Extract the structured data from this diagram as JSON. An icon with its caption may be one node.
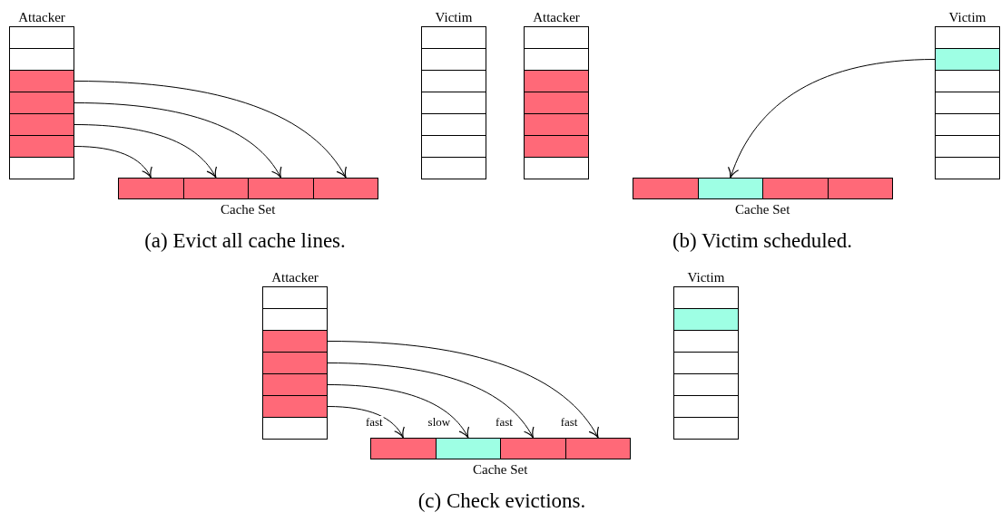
{
  "diagram": {
    "nodes": [
      {
        "text": [
          "Attacker"
        ]
      },
      {
        "text": [],
        "shape": "box",
        "in": 0
      },
      {
        "text": [],
        "shape": "box",
        "in": 0
      },
      {
        "text": [],
        "shape": "box",
        "in": 0
      },
      {
        "text": [],
        "shape": "box",
        "in": 0
      },
      {
        "text": [],
        "shape": "box",
        "in": 0
      },
      {
        "text": [],
        "shape": "box",
        "in": 0
      },
      {
        "text": [],
        "shape": "box",
        "in": 0
      },
      {
        "text": [
          "Victim"
        ]
      },
      {
        "text": [],
        "shape": "box",
        "in": 8
      },
      {
        "text": [],
        "shape": "box",
        "in": 8
      },
      {
        "text": [],
        "shape": "box",
        "in": 8
      },
      {
        "text": [],
        "shape": "box",
        "in": 8
      },
      {
        "text": [],
        "shape": "box",
        "in": 8
      },
      {
        "text": [],
        "shape": "box",
        "in": 8
      },
      {
        "text": [],
        "shape": "box",
        "in": 8
      },
      {
        "text": [
          "Cache Set"
        ]
      },
      {
        "text": [],
        "shape": "box",
        "in": 16
      },
      {
        "text": [],
        "shape": "box",
        "in": 16
      },
      {
        "text": [],
        "shape": "box",
        "in": 16
      },
      {
        "text": [],
        "shape": "box",
        "in": 16
      },
      {
        "text": [
          "Attacker"
        ]
      },
      {
        "text": [],
        "shape": "box",
        "in": 21
      },
      {
        "text": [],
        "shape": "box",
        "in": 21
      },
      {
        "text": [],
        "shape": "box",
        "in": 21
      },
      {
        "text": [],
        "shape": "box",
        "in": 21
      },
      {
        "text": [],
        "shape": "box",
        "in": 21
      },
      {
        "text": [],
        "shape": "box",
        "in": 21
      },
      {
        "text": [],
        "shape": "box",
        "in": 21
      },
      {
        "text": [
          "Victim"
        ]
      },
      {
        "text": [],
        "shape": "box",
        "in": 29
      },
      {
        "text": [],
        "shape": "box",
        "in": 29
      },
      {
        "text": [],
        "shape": "box",
        "in": 29
      },
      {
        "text": [],
        "shape": "box",
        "in": 29
      },
      {
        "text": [],
        "shape": "box",
        "in": 29
      },
      {
        "text": [],
        "shape": "box",
        "in": 29
      },
      {
        "text": [],
        "shape": "box",
        "in": 29
      },
      {
        "text": [
          "Cache Set"
        ]
      },
      {
        "text": [],
        "shape": "box",
        "in": 37
      },
      {
        "text": [],
        "shape": "box",
        "in": 37
      },
      {
        "text": [],
        "shape": "box",
        "in": 37
      },
      {
        "text": [],
        "shape": "box",
        "in": 37
      },
      {
        "text": [
          "Attacker"
        ]
      },
      {
        "text": [],
        "shape": "box",
        "in": 42
      },
      {
        "text": [],
        "shape": "box",
        "in": 42
      },
      {
        "text": [],
        "shape": "box",
        "in": 42
      },
      {
        "text": [],
        "shape": "box",
        "in": 42
      },
      {
        "text": [],
        "shape": "box",
        "in": 42
      },
      {
        "text": [],
        "shape": "box",
        "in": 42
      },
      {
        "text": [],
        "shape": "box",
        "in": 42
      },
      {
        "text": [
          "Victim"
        ]
      },
      {
        "text": [],
        "shape": "box",
        "in": 50
      },
      {
        "text": [],
        "shape": "box",
        "in": 50
      },
      {
        "text": [],
        "shape": "box",
        "in": 50
      },
      {
        "text": [],
        "shape": "box",
        "in": 50
      },
      {
        "text": [],
        "shape": "box",
        "in": 50
      },
      {
        "text": [],
        "shape": "box",
        "in": 50
      },
      {
        "text": [],
        "shape": "box",
        "in": 50
      },
      {
        "text": [
          "Cache Set"
        ]
      },
      {
        "text": [],
        "shape": "box",
        "in": 58
      },
      {
        "text": [],
        "shape": "box",
        "in": 58
      },
      {
        "text": [],
        "shape": "box",
        "in": 58
      },
      {
        "text": [],
        "shape": "box",
        "in": 58
      }
    ],
    "edges": [
      {
        "from": 3,
        "to": 20,
        "arrow": "to"
      },
      {
        "from": 4,
        "to": 19,
        "arrow": "to"
      },
      {
        "from": 5,
        "to": 18,
        "arrow": "to"
      },
      {
        "from": 6,
        "to": 17,
        "arrow": "to"
      },
      {
        "from": 31,
        "to": 39,
        "arrow": "to"
      },
      {
        "from": 45,
        "to": 62,
        "arrow": "to",
        "label": "fast"
      },
      {
        "from": 46,
        "to": 61,
        "arrow": "to",
        "label": "fast"
      },
      {
        "from": 47,
        "to": 60,
        "arrow": "to",
        "label": "slow"
      },
      {
        "from": 48,
        "to": 59,
        "arrow": "to",
        "label": "fast"
      }
    ],
    "labels": [
      "(a) Evict all cache lines.",
      "(b) Victim scheduled.",
      "(c) Check evictions."
    ]
  }
}
